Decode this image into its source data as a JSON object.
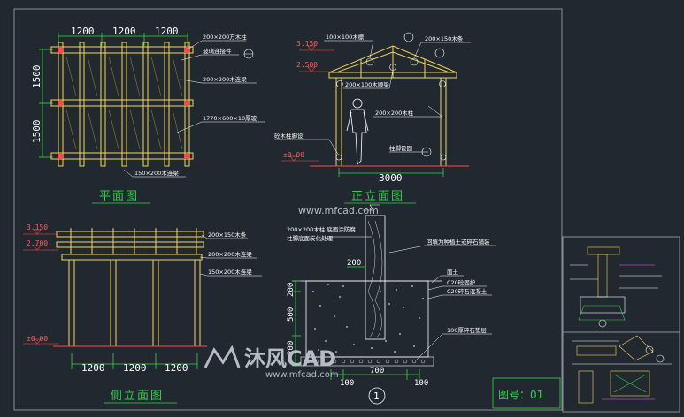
{
  "colors": {
    "background": "#212830",
    "frame": "#8a9098",
    "wood": "#f3d65a",
    "wood_dark": "#c9a92d",
    "dimension": "#39d24b",
    "text": "#ffffff",
    "level": "#ff4a4a",
    "callout": "#ff55ff"
  },
  "plan": {
    "title": "平面图",
    "dims_top": [
      "1200",
      "1200",
      "1200"
    ],
    "dims_left": [
      "1500",
      "1500"
    ],
    "notes": [
      "200×200方木柱",
      "玻璃连接件",
      "200×200木连梁",
      "1770×600×10厚玻",
      "150×200木连梁"
    ]
  },
  "front": {
    "title": "正立面图",
    "width_dim": "3000",
    "levels": [
      "3.150",
      "2.500",
      "±0.00"
    ],
    "notes": [
      "100×100木檩",
      "200×150木条",
      "200×100木顺梁",
      "200×200木柱",
      "砼木柱脚设",
      "柱脚设固"
    ]
  },
  "side": {
    "title": "侧立面图",
    "dims_bottom": [
      "1200",
      "1200",
      "1200"
    ],
    "levels": [
      "3.150",
      "2.700",
      "±0.00"
    ],
    "notes": [
      "200×150木条",
      "200×200木连梁",
      "150×200木连梁"
    ]
  },
  "detail": {
    "label": "1",
    "notes": [
      "200×200木柱 底面涂防腐",
      "柱脚底面炭化处理",
      "回填为种植土或碎石铺装",
      "面土",
      "C20砼固护",
      "C20碎石混凝土",
      "100厚碎石垫层"
    ],
    "dims_left": [
      "200",
      "500",
      "200"
    ],
    "dims_top": [
      "200"
    ],
    "dims_bottom": [
      "100",
      "700",
      "100"
    ]
  },
  "watermark": {
    "url_top": "www.mfcad.com",
    "brand": "沐风CAD",
    "url_bottom": "www.mfcad.com"
  },
  "title_block": {
    "label": "图号：01"
  }
}
